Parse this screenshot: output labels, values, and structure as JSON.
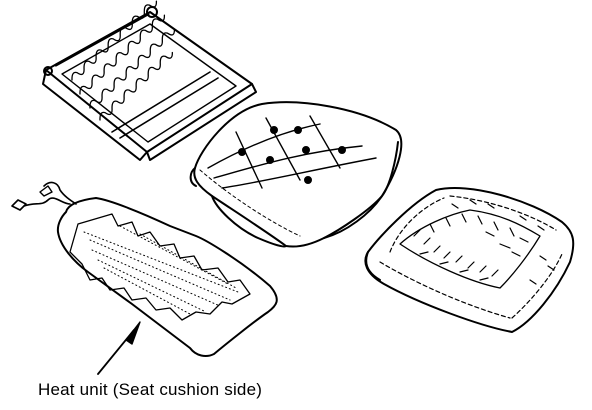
{
  "caption": {
    "heat_unit": "Heat unit (Seat cushion side)"
  },
  "colors": {
    "line": "#000000",
    "background": "#ffffff"
  },
  "parts": [
    {
      "name": "seat-cushion-frame-with-springs"
    },
    {
      "name": "seat-cushion-pad"
    },
    {
      "name": "seat-cushion-cover"
    },
    {
      "name": "heat-unit"
    }
  ]
}
